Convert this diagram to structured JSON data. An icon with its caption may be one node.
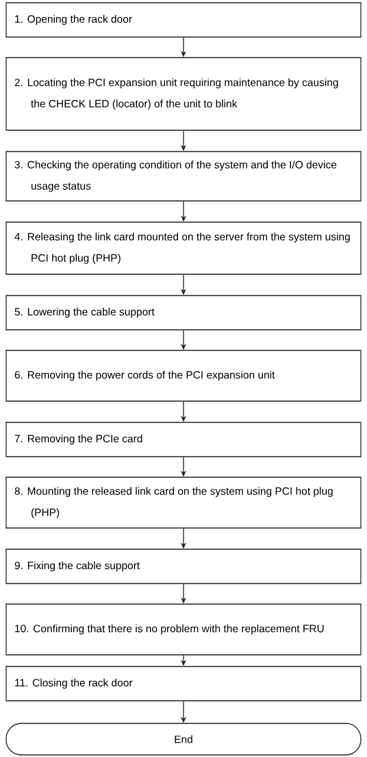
{
  "diagram": {
    "nodes": [
      {
        "text": [
          "1. Opening the rack door"
        ]
      },
      {
        "text": [
          "2. Locating the PCI expansion unit requiring maintenance by causing the CHECK LED (locator) of the unit to blink"
        ]
      },
      {
        "text": [
          "3. Checking the operating condition of the system and the I/O device usage status"
        ]
      },
      {
        "text": [
          "4. Releasing the link card mounted on the server from the system using PCI hot plug (PHP)"
        ]
      },
      {
        "text": [
          "5. Lowering the cable support"
        ]
      },
      {
        "text": [
          "6. Removing the power cords of the PCI expansion unit"
        ]
      },
      {
        "text": [
          "7. Removing the PCIe card"
        ]
      },
      {
        "text": [
          "8. Mounting the released link card on the system using PCI hot plug (PHP)"
        ]
      },
      {
        "text": [
          "9. Fixing the cable support"
        ]
      },
      {
        "text": [
          "10. Confirming that there is no problem with the replacement FRU"
        ]
      },
      {
        "text": [
          "11. Closing the rack door"
        ]
      },
      {
        "text": [
          "End"
        ]
      }
    ],
    "edges": [
      {
        "from": 0,
        "to": 1,
        "arrow": "to"
      },
      {
        "from": 1,
        "to": 2,
        "arrow": "to"
      },
      {
        "from": 2,
        "to": 3,
        "arrow": "to"
      },
      {
        "from": 3,
        "to": 4,
        "arrow": "to"
      },
      {
        "from": 4,
        "to": 5,
        "arrow": "to"
      },
      {
        "from": 5,
        "to": 6,
        "arrow": "to"
      },
      {
        "from": 6,
        "to": 7,
        "arrow": "to"
      },
      {
        "from": 7,
        "to": 8,
        "arrow": "to"
      },
      {
        "from": 8,
        "to": 9,
        "arrow": "to"
      },
      {
        "from": 9,
        "to": 10,
        "arrow": "to"
      },
      {
        "from": 10,
        "to": 11,
        "arrow": "to"
      }
    ]
  }
}
